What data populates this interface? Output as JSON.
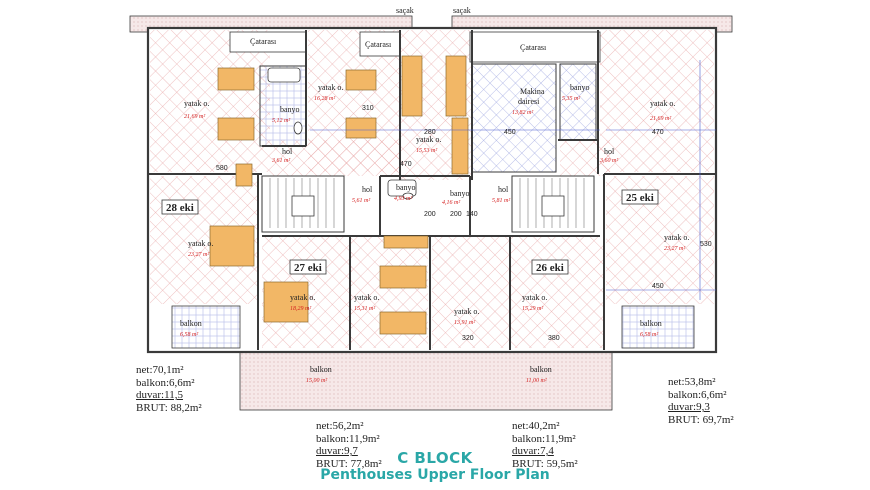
{
  "caption": {
    "block": "C BLOCK",
    "subtitle": "Penthouses Upper Floor Plan"
  },
  "labels": {
    "sacak": "saçak",
    "catarasi": "Çatarası",
    "makina": "Makina",
    "dairesi": "dairesi"
  },
  "rooms": [
    {
      "name": "yatak o.",
      "area": "21,69 m²"
    },
    {
      "name": "yatak o.",
      "area": "16,28 m²"
    },
    {
      "name": "yatak o.",
      "area": "15,53 m²"
    },
    {
      "name": "yatak o.",
      "area": "21,69 m²"
    },
    {
      "name": "yatak o.",
      "area": "23,27 m²"
    },
    {
      "name": "yatak o.",
      "area": "18,29 m²"
    },
    {
      "name": "yatak o.",
      "area": "15,31 m²"
    },
    {
      "name": "yatak o.",
      "area": "13,91 m²"
    },
    {
      "name": "yatak o.",
      "area": "15,29 m²"
    },
    {
      "name": "yatak o.",
      "area": "23,27 m²"
    },
    {
      "name": "banyo",
      "area": "5,12 m²"
    },
    {
      "name": "banyo",
      "area": "5,35 m²"
    },
    {
      "name": "banyo",
      "area": "4,16 m²"
    },
    {
      "name": "banyo",
      "area": "4,93 m²"
    },
    {
      "name": "hol",
      "area": "3,61 m²"
    },
    {
      "name": "hol",
      "area": "5,61 m²"
    },
    {
      "name": "hol",
      "area": "5,81 m²"
    },
    {
      "name": "hol",
      "area": "3,60 m²"
    },
    {
      "name": "balkon",
      "area": "6,58 m²"
    },
    {
      "name": "balkon",
      "area": "6,58 m²"
    },
    {
      "name": "balkon",
      "area": "15,00 m²"
    },
    {
      "name": "balkon",
      "area": "11,00 m²"
    },
    {
      "name": "Makina dairesi",
      "area": "13,82 m²"
    }
  ],
  "units": [
    {
      "name": "28 eki",
      "net": "net:70,1m²",
      "balkon": "balkon:6,6m²",
      "duvar": "duvar:11,5",
      "brut": "BRUT: 88,2m²"
    },
    {
      "name": "27 eki",
      "net": "net:56,2m²",
      "balkon": "balkon:11,9m²",
      "duvar": "duvar:9,7",
      "brut": "BRUT: 77,8m²"
    },
    {
      "name": "26 eki",
      "net": "net:40,2m²",
      "balkon": "balkon:11,9m²",
      "duvar": "duvar:7,4",
      "brut": "BRUT: 59,5m²"
    },
    {
      "name": "25 eki",
      "net": "net:53,8m²",
      "balkon": "balkon:6,6m²",
      "duvar": "duvar:9,3",
      "brut": "BRUT: 69,7m²"
    }
  ],
  "dims": [
    "310",
    "280",
    "470",
    "200",
    "200",
    "140",
    "450",
    "470",
    "450",
    "530",
    "320",
    "380",
    "580"
  ],
  "colors": {
    "wall": "#3a3a3a",
    "bed": "#f2b766",
    "grid_red": "#e8a6a6",
    "grid_blue": "#9aa3e0",
    "caption": "#2aa7a7",
    "area_text": "#d42020",
    "roof": "#f3e3e3"
  }
}
